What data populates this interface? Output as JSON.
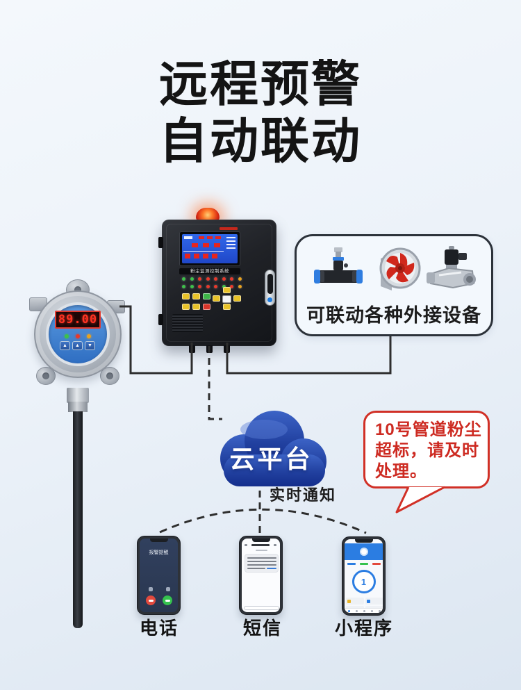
{
  "title": {
    "line1": "远程预警",
    "line2": "自动联动"
  },
  "colors": {
    "accent_blue": "#2b7de2",
    "cloud_blue": "#1d3a9c",
    "alert_red": "#d13026",
    "connector_dark": "#2e2e2e",
    "led_green": "#3ec14a",
    "led_red": "#e8392b",
    "led_orange": "#e9a21f"
  },
  "sensor": {
    "display_value": "89.00",
    "led_colors": [
      "#3ec14a",
      "#e8392b",
      "#e9a21f"
    ],
    "buttons": {
      "up1": "▲",
      "up2": "▲",
      "down": "▼"
    }
  },
  "control_panel": {
    "label_strip": "粉尘监测控制系统",
    "led_row1": [
      "#3ec14a",
      "#3ec14a",
      "#e8392b",
      "#e8392b",
      "#e8392b",
      "#e8392b",
      "#e8392b",
      "#e9a21f"
    ],
    "led_row2": [
      "#3ec14a",
      "#3ec14a",
      "#e8392b",
      "#e8392b",
      "#e8392b",
      "#3ec14a",
      "#e8392b",
      "#e9a21f"
    ]
  },
  "devices_box": {
    "caption": "可联动各种外接设备",
    "icons": [
      "pneumatic-fitting-icon",
      "axial-fan-icon",
      "solenoid-valve-icon"
    ]
  },
  "cloud": {
    "label": "云平台"
  },
  "notification": {
    "label": "实时通知"
  },
  "alert_bubble": {
    "line1": "10号管道粉尘",
    "line2": "超标，请及时",
    "line3": "处理。"
  },
  "phones": {
    "call": {
      "label": "电话",
      "screen_title": "报警提醒"
    },
    "sms": {
      "label": "短信"
    },
    "miniapp": {
      "label": "小程序",
      "gauge_value": "1"
    }
  }
}
